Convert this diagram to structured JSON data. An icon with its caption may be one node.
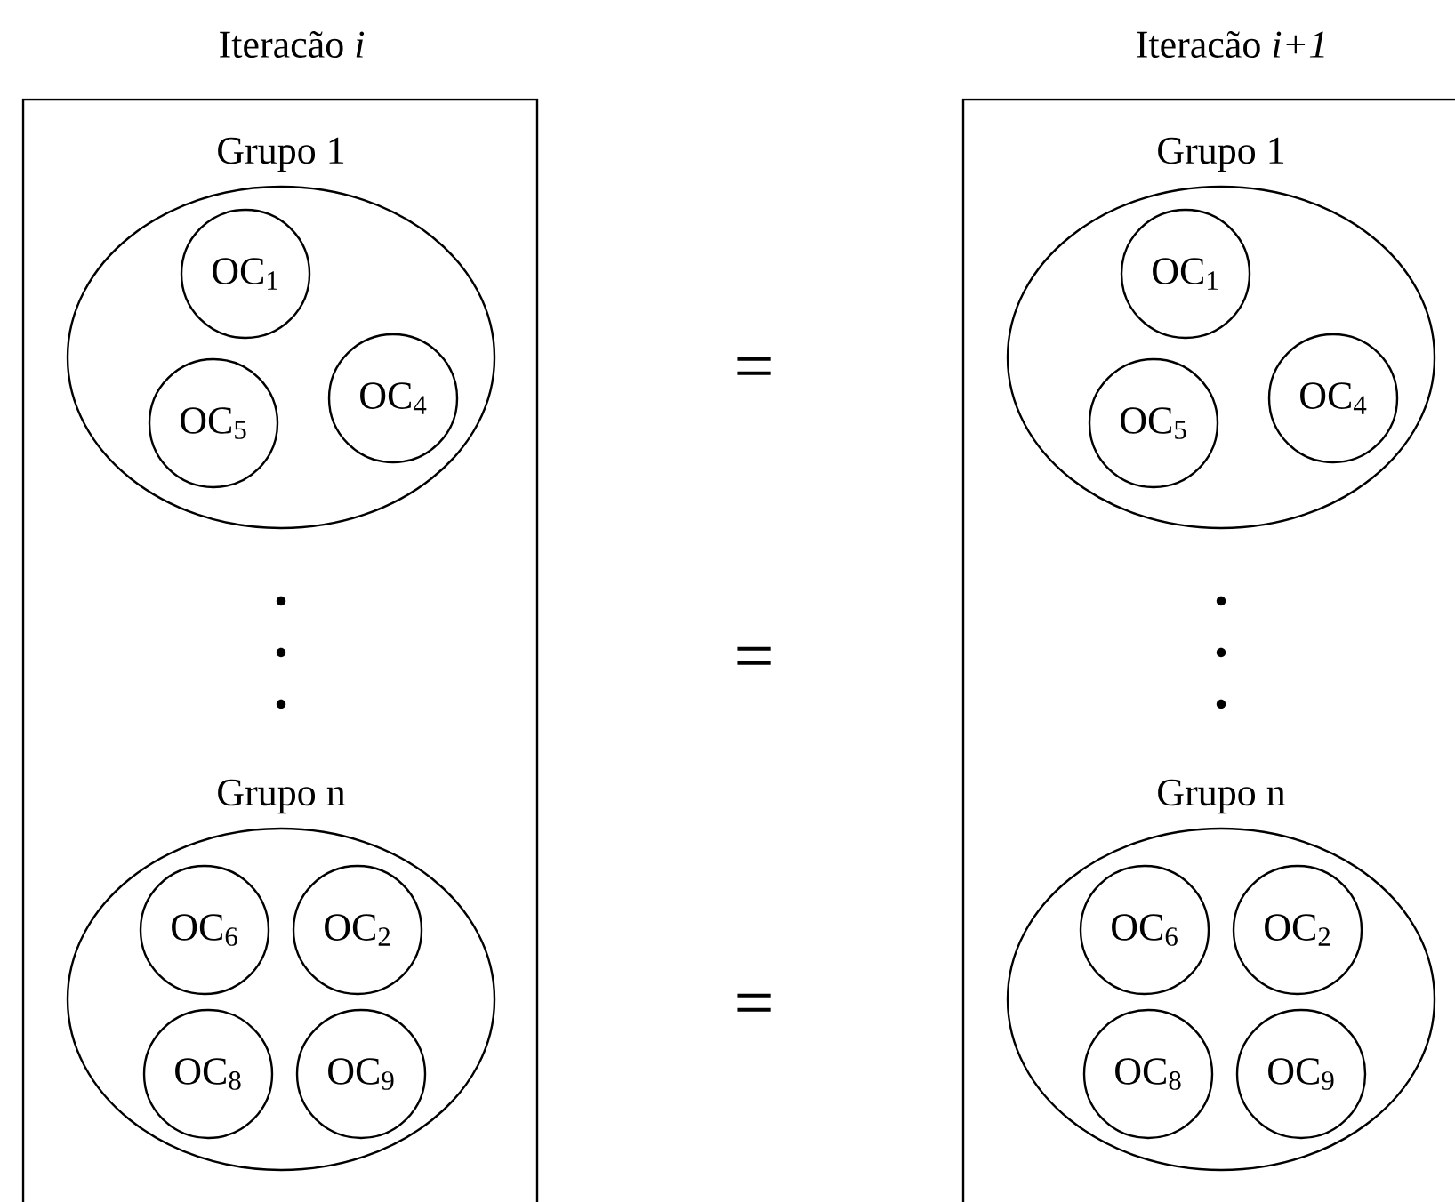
{
  "diagram": {
    "nodes": [
      {
        "text": [
          "Iteracão *i*"
        ]
      },
      {
        "text": [
          "Grupo 1"
        ],
        "in": 0
      },
      {
        "text": [
          "OC$_{1}$"
        ],
        "in": 1
      },
      {
        "text": [
          "OC$_{5}$"
        ],
        "in": 1
      },
      {
        "text": [
          "OC$_{4}$"
        ],
        "in": 1
      },
      {
        "text": [
          "Grupo n"
        ],
        "in": 0
      },
      {
        "text": [
          "OC$_{6}$"
        ],
        "in": 5
      },
      {
        "text": [
          "OC$_{2}$"
        ],
        "in": 5
      },
      {
        "text": [
          "OC$_{8}$"
        ],
        "in": 5
      },
      {
        "text": [
          "OC$_{9}$"
        ],
        "in": 5
      },
      {
        "text": [
          "Iteracão *i+1*"
        ]
      },
      {
        "text": [
          "Grupo 1"
        ],
        "in": 10
      },
      {
        "text": [
          "OC$_{1}$"
        ],
        "in": 11
      },
      {
        "text": [
          "OC$_{5}$"
        ],
        "in": 11
      },
      {
        "text": [
          "OC$_{4}$"
        ],
        "in": 11
      },
      {
        "text": [
          "Grupo n"
        ],
        "in": 10
      },
      {
        "text": [
          "OC$_{6}$"
        ],
        "in": 15
      },
      {
        "text": [
          "OC$_{2}$"
        ],
        "in": 15
      },
      {
        "text": [
          "OC$_{8}$"
        ],
        "in": 15
      },
      {
        "text": [
          "OC$_{9}$"
        ],
        "in": 15
      }
    ],
    "edges": [],
    "labels": [
      "=",
      "=",
      "="
    ]
  }
}
